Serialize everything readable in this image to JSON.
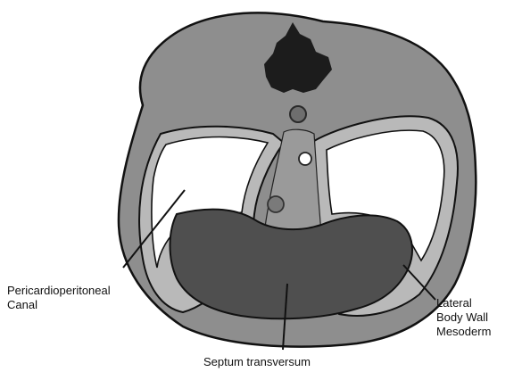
{
  "labels": {
    "pericardioperitoneal_line1": "Pericardioperitoneal",
    "pericardioperitoneal_line2": "Canal",
    "septum_transversum": "Septum transversum",
    "lateral_line1": "Lateral",
    "lateral_line2": "Body Wall",
    "lateral_line3": "Mesoderm"
  },
  "colors": {
    "outer_tissue": "#8e8e8e",
    "inner_band": "#b9b9b9",
    "septum": "#4f4f4f",
    "neural_tube": "#1c1c1c",
    "outline": "#111111",
    "canal": "#ffffff"
  }
}
